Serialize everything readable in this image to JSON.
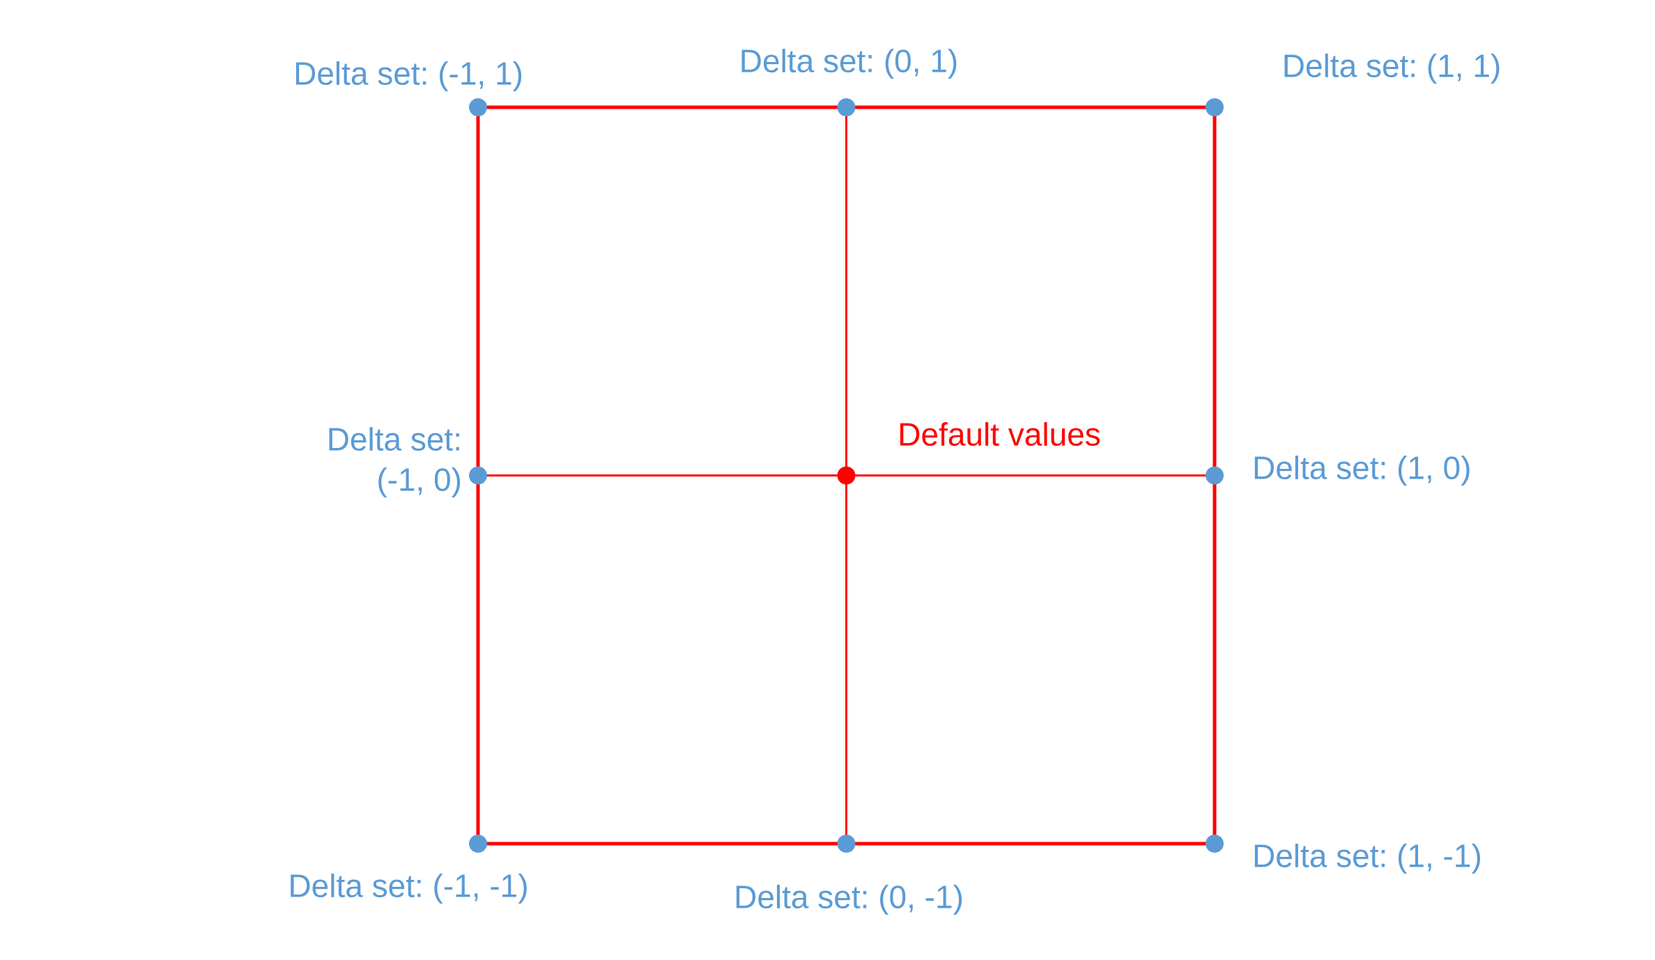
{
  "diagram": {
    "description": "3x3 delta-set grid diagram with center default value",
    "colors": {
      "line": "#FF0000",
      "point": "#5B9BD5",
      "center_point": "#FF0000",
      "label": "#5B9BD5",
      "center_label": "#FF0000"
    },
    "labels": {
      "top_left": "Delta set: (-1, 1)",
      "top_center": "Delta set: (0, 1)",
      "top_right": "Delta set: (1, 1)",
      "mid_left_line1": "Delta set:",
      "mid_left_line2": "(-1, 0)",
      "center": "Default values",
      "mid_right": "Delta set: (1, 0)",
      "bottom_left": "Delta set: (-1, -1)",
      "bottom_center": "Delta set: (0, -1)",
      "bottom_right": "Delta set: (1, -1)"
    },
    "points": [
      {
        "position": "top-left",
        "delta": [
          -1,
          1
        ]
      },
      {
        "position": "top-center",
        "delta": [
          0,
          1
        ]
      },
      {
        "position": "top-right",
        "delta": [
          1,
          1
        ]
      },
      {
        "position": "mid-left",
        "delta": [
          -1,
          0
        ]
      },
      {
        "position": "center",
        "delta": "default"
      },
      {
        "position": "mid-right",
        "delta": [
          1,
          0
        ]
      },
      {
        "position": "bottom-left",
        "delta": [
          -1,
          -1
        ]
      },
      {
        "position": "bottom-center",
        "delta": [
          0,
          -1
        ]
      },
      {
        "position": "bottom-right",
        "delta": [
          1,
          -1
        ]
      }
    ]
  }
}
